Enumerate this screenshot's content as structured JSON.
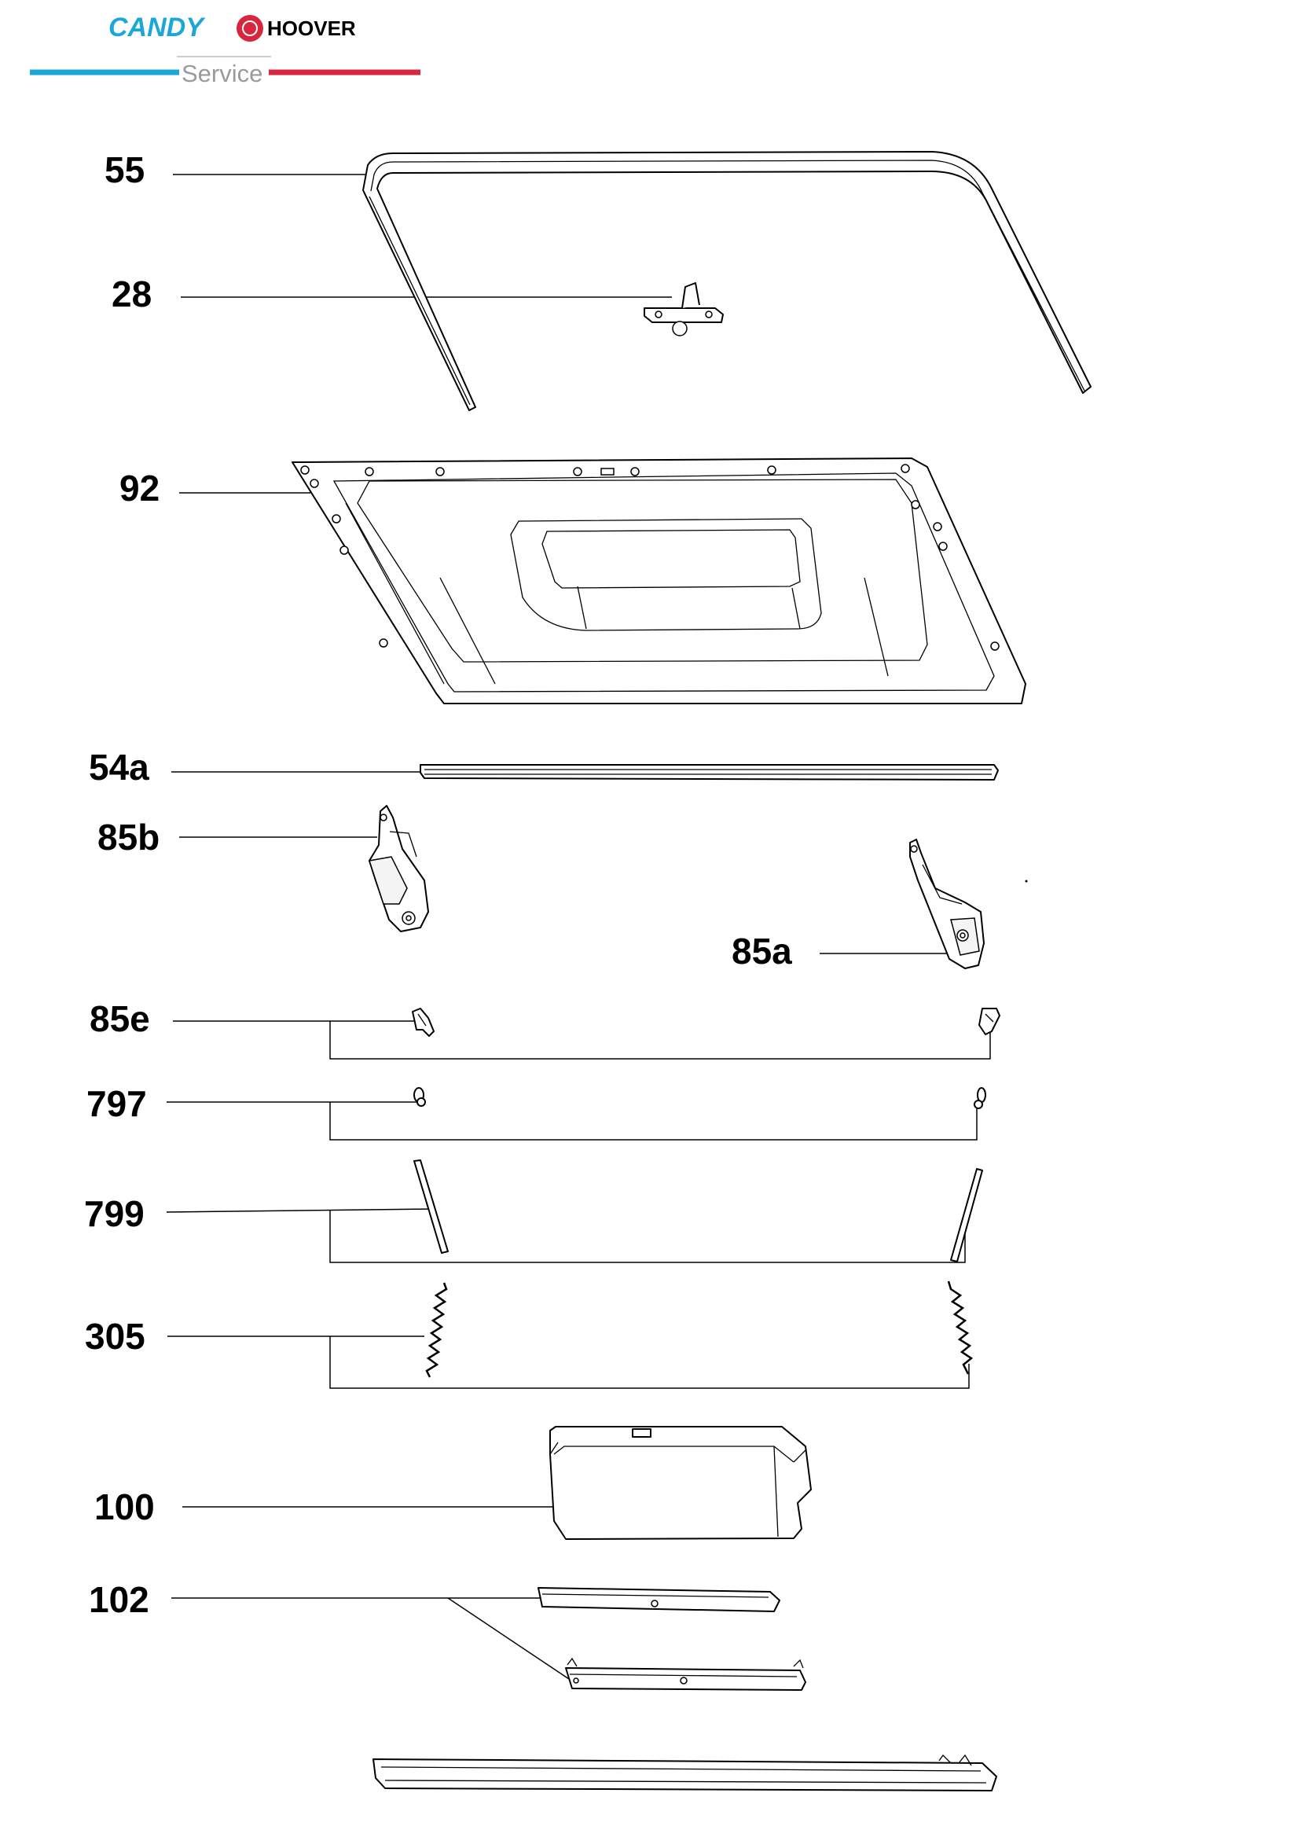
{
  "brand": {
    "candy": "CANDY",
    "hoover": "HOOVER",
    "service": "Service",
    "colors": {
      "candy_blue": "#1ca7d9",
      "hoover_red": "#d7263d",
      "service_gray": "#9a9a9a"
    }
  },
  "parts": [
    {
      "id": "55",
      "label": "55",
      "name": "door-seal-frame"
    },
    {
      "id": "28",
      "label": "28",
      "name": "door-lock-hook"
    },
    {
      "id": "92",
      "label": "92",
      "name": "inner-door-panel"
    },
    {
      "id": "54a",
      "label": "54a",
      "name": "lower-door-seal"
    },
    {
      "id": "85b",
      "label": "85b",
      "name": "left-hinge"
    },
    {
      "id": "85a",
      "label": "85a",
      "name": "right-hinge"
    },
    {
      "id": "85e",
      "label": "85e",
      "name": "hinge-clip"
    },
    {
      "id": "797",
      "label": "797",
      "name": "hinge-ring"
    },
    {
      "id": "799",
      "label": "799",
      "name": "hinge-rod"
    },
    {
      "id": "305",
      "label": "305",
      "name": "door-spring"
    },
    {
      "id": "100",
      "label": "100",
      "name": "detergent-dispenser-box"
    },
    {
      "id": "102",
      "label": "102",
      "name": "dispenser-bracket"
    }
  ]
}
